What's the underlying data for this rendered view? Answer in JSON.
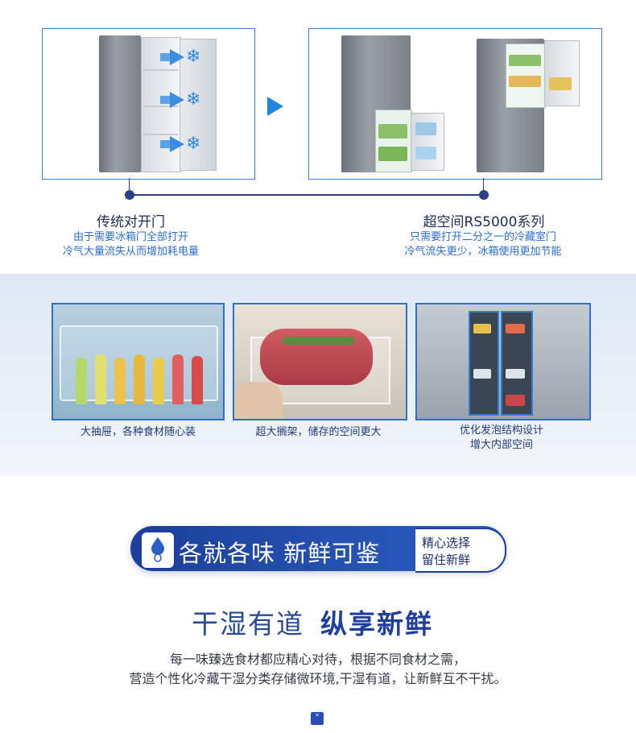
{
  "comparison": {
    "left": {
      "title": "传统对开门",
      "desc_line1": "由于需要冰箱门全部打开",
      "desc_line2": "冷气大量流失从而增加耗电量"
    },
    "right": {
      "title": "超空间RS5000系列",
      "desc_line1": "只需要打开二分之一的冷藏室门",
      "desc_line2": "冷气流失更少，冰箱使用更加节能"
    },
    "snow_glyph": "❄",
    "arrow_icon": "arrow-right-icon"
  },
  "features": [
    {
      "label_line1": "大抽屉，各种食材随心装",
      "label_line2": ""
    },
    {
      "label_line1": "超大搁架，储存的空间更大",
      "label_line2": ""
    },
    {
      "label_line1": "优化发泡结构设计",
      "label_line2": "增大内部空间"
    }
  ],
  "pill": {
    "icon": "water-drop-icon",
    "main": "各就各味 新鲜可鉴",
    "side_line1": "精心选择",
    "side_line2": "留住新鲜"
  },
  "headline": {
    "light": "干湿有道",
    "bold": "纵享新鲜",
    "body_line1": "每一味臻选食材都应精心对待，根据不同食材之需，",
    "body_line2": "营造个性化冷藏干湿分类存储微环境,干湿有道，让新鲜互不干扰。"
  },
  "scroll": {
    "chevron": "˅"
  },
  "colors": {
    "accent_blue": "#2b6fd1",
    "navy": "#1b3f9a",
    "frame_blue": "#3b7fd8"
  }
}
